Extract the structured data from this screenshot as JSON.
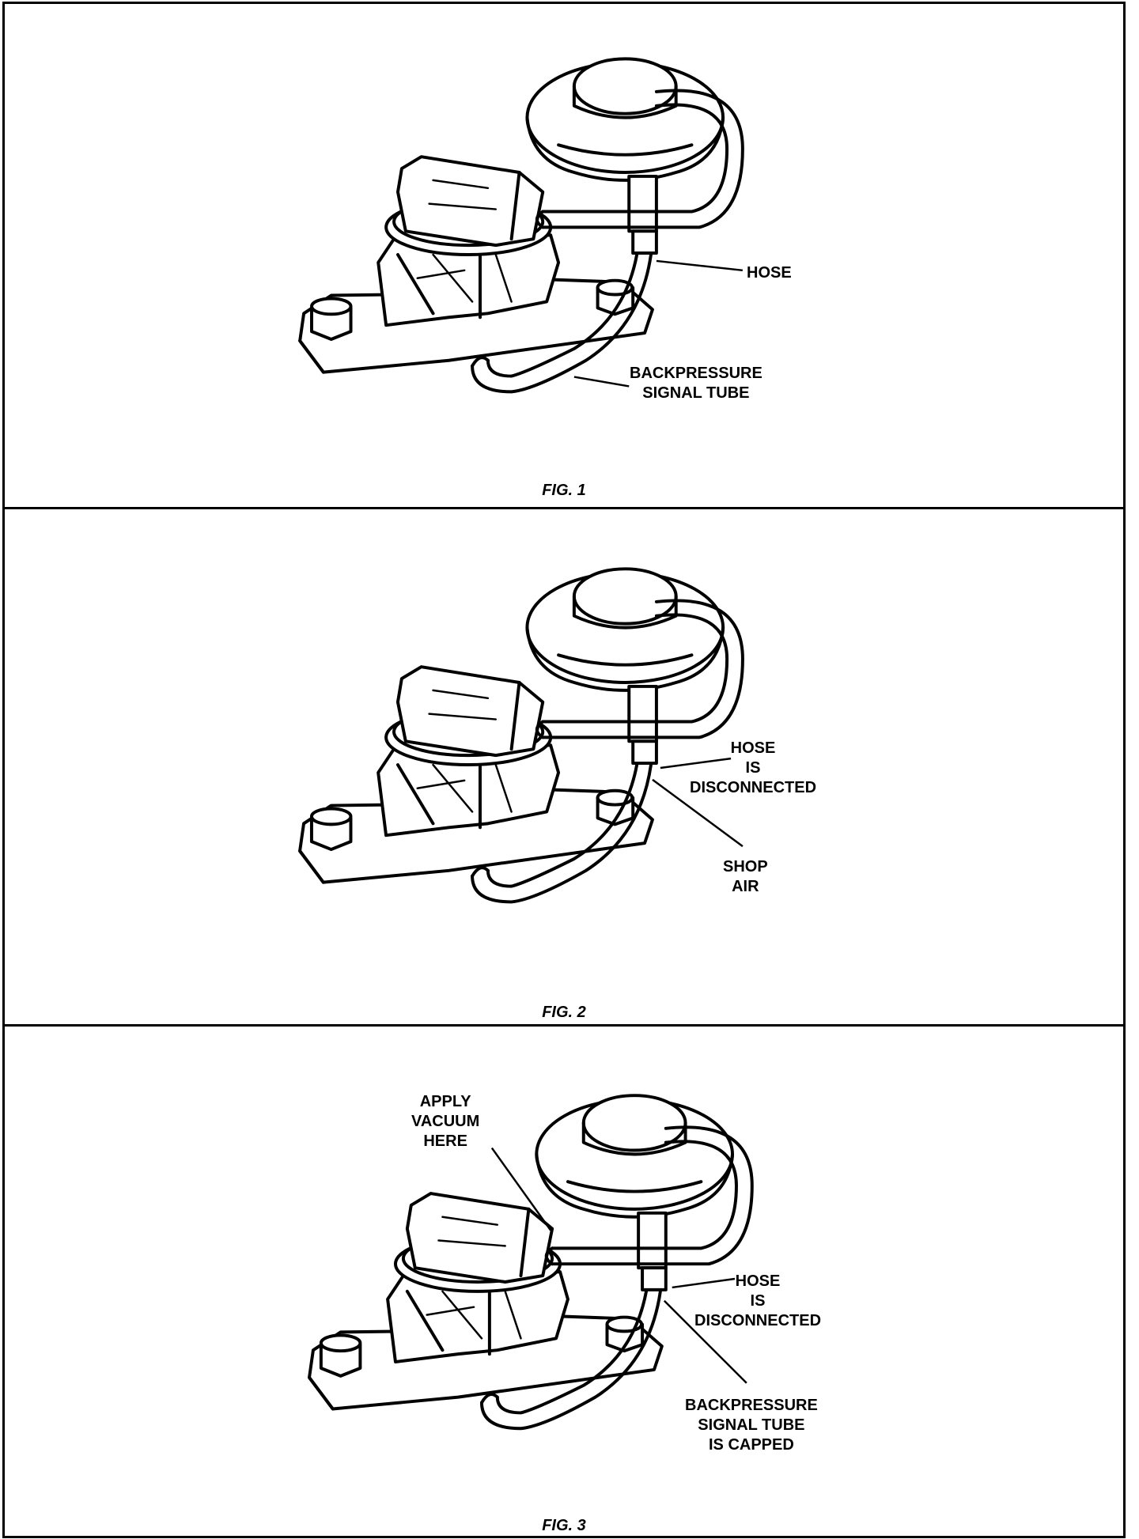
{
  "figures": [
    {
      "caption": "FIG. 1",
      "labels": {
        "hose": "HOSE",
        "backpressure": "BACKPRESSURE\nSIGNAL TUBE"
      }
    },
    {
      "caption": "FIG. 2",
      "labels": {
        "hose": "HOSE\nIS\nDISCONNECTED",
        "shop_air": "SHOP\nAIR"
      }
    },
    {
      "caption": "FIG. 3",
      "labels": {
        "apply_vacuum": "APPLY\nVACUUM\nHERE",
        "hose": "HOSE\nIS\nDISCONNECTED",
        "backpressure": "BACKPRESSURE\nSIGNAL TUBE\nIS CAPPED"
      }
    }
  ]
}
